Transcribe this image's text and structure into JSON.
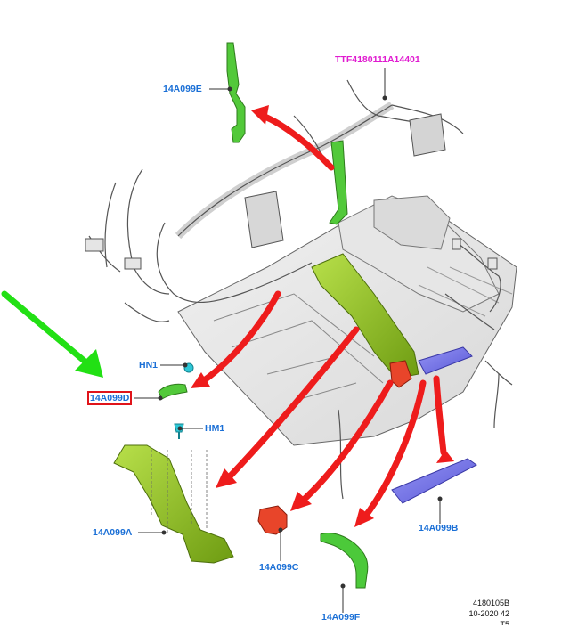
{
  "labels": {
    "harness_ref": "TTF4180111A14401",
    "part_e": "14A099E",
    "part_d": "14A099D",
    "part_a": "14A099A",
    "part_c": "14A099C",
    "part_f": "14A099F",
    "part_b": "14A099B",
    "hn1": "HN1",
    "hm1": "HM1"
  },
  "reference": {
    "line1": "4180105B",
    "line2": "10-2020 42",
    "line3": "T5"
  },
  "colors": {
    "callout_text": "#1a6fd6",
    "harness_text": "#e01bd0",
    "highlight_box": "#e0141a",
    "arrow_red": "#ee1c1c",
    "arrow_green": "#22e014",
    "part_green": "#8fc21a",
    "part_bright_green": "#4cc93a",
    "part_red": "#e8452a",
    "part_blue": "#6f6ee8",
    "clip_cyan": "#2ec7d6"
  }
}
